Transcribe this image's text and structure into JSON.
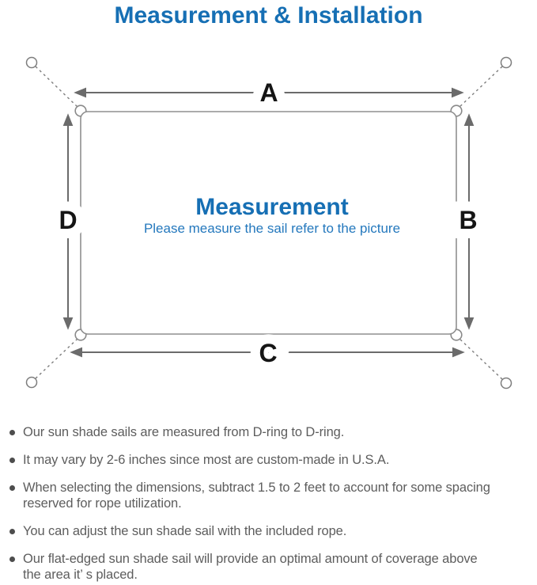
{
  "title": "Measurement & Installation",
  "diagram": {
    "labels": {
      "top": "A",
      "right": "B",
      "bottom": "C",
      "left": "D"
    },
    "center_title": "Measurement",
    "center_subtitle": "Please measure the sail refer to the picture",
    "colors": {
      "title_blue": "#166fb4",
      "subtitle_blue": "#2478bd",
      "arrow_gray": "#6b6b6b",
      "outline_gray": "#8f8f8f",
      "label_black": "#151515",
      "bullet_text_gray": "#5d5d5d"
    },
    "icons": [
      "d-ring-icon",
      "anchor-point-icon",
      "rope-dashed-line",
      "double-headed-arrow"
    ]
  },
  "bullets": [
    {
      "lines": [
        "Our sun shade sails are measured from D-ring to D-ring."
      ]
    },
    {
      "lines": [
        "It may vary by 2-6 inches since most are custom-made in U.S.A."
      ]
    },
    {
      "lines": [
        "When selecting the dimensions, subtract 1.5 to 2 feet to account for some spacing",
        "reserved for rope utilization."
      ]
    },
    {
      "lines": [
        "You can adjust the sun shade sail with the included rope."
      ]
    },
    {
      "lines": [
        "Our flat-edged sun shade sail will provide an optimal amount of coverage above",
        "the area it’ s placed."
      ]
    }
  ]
}
